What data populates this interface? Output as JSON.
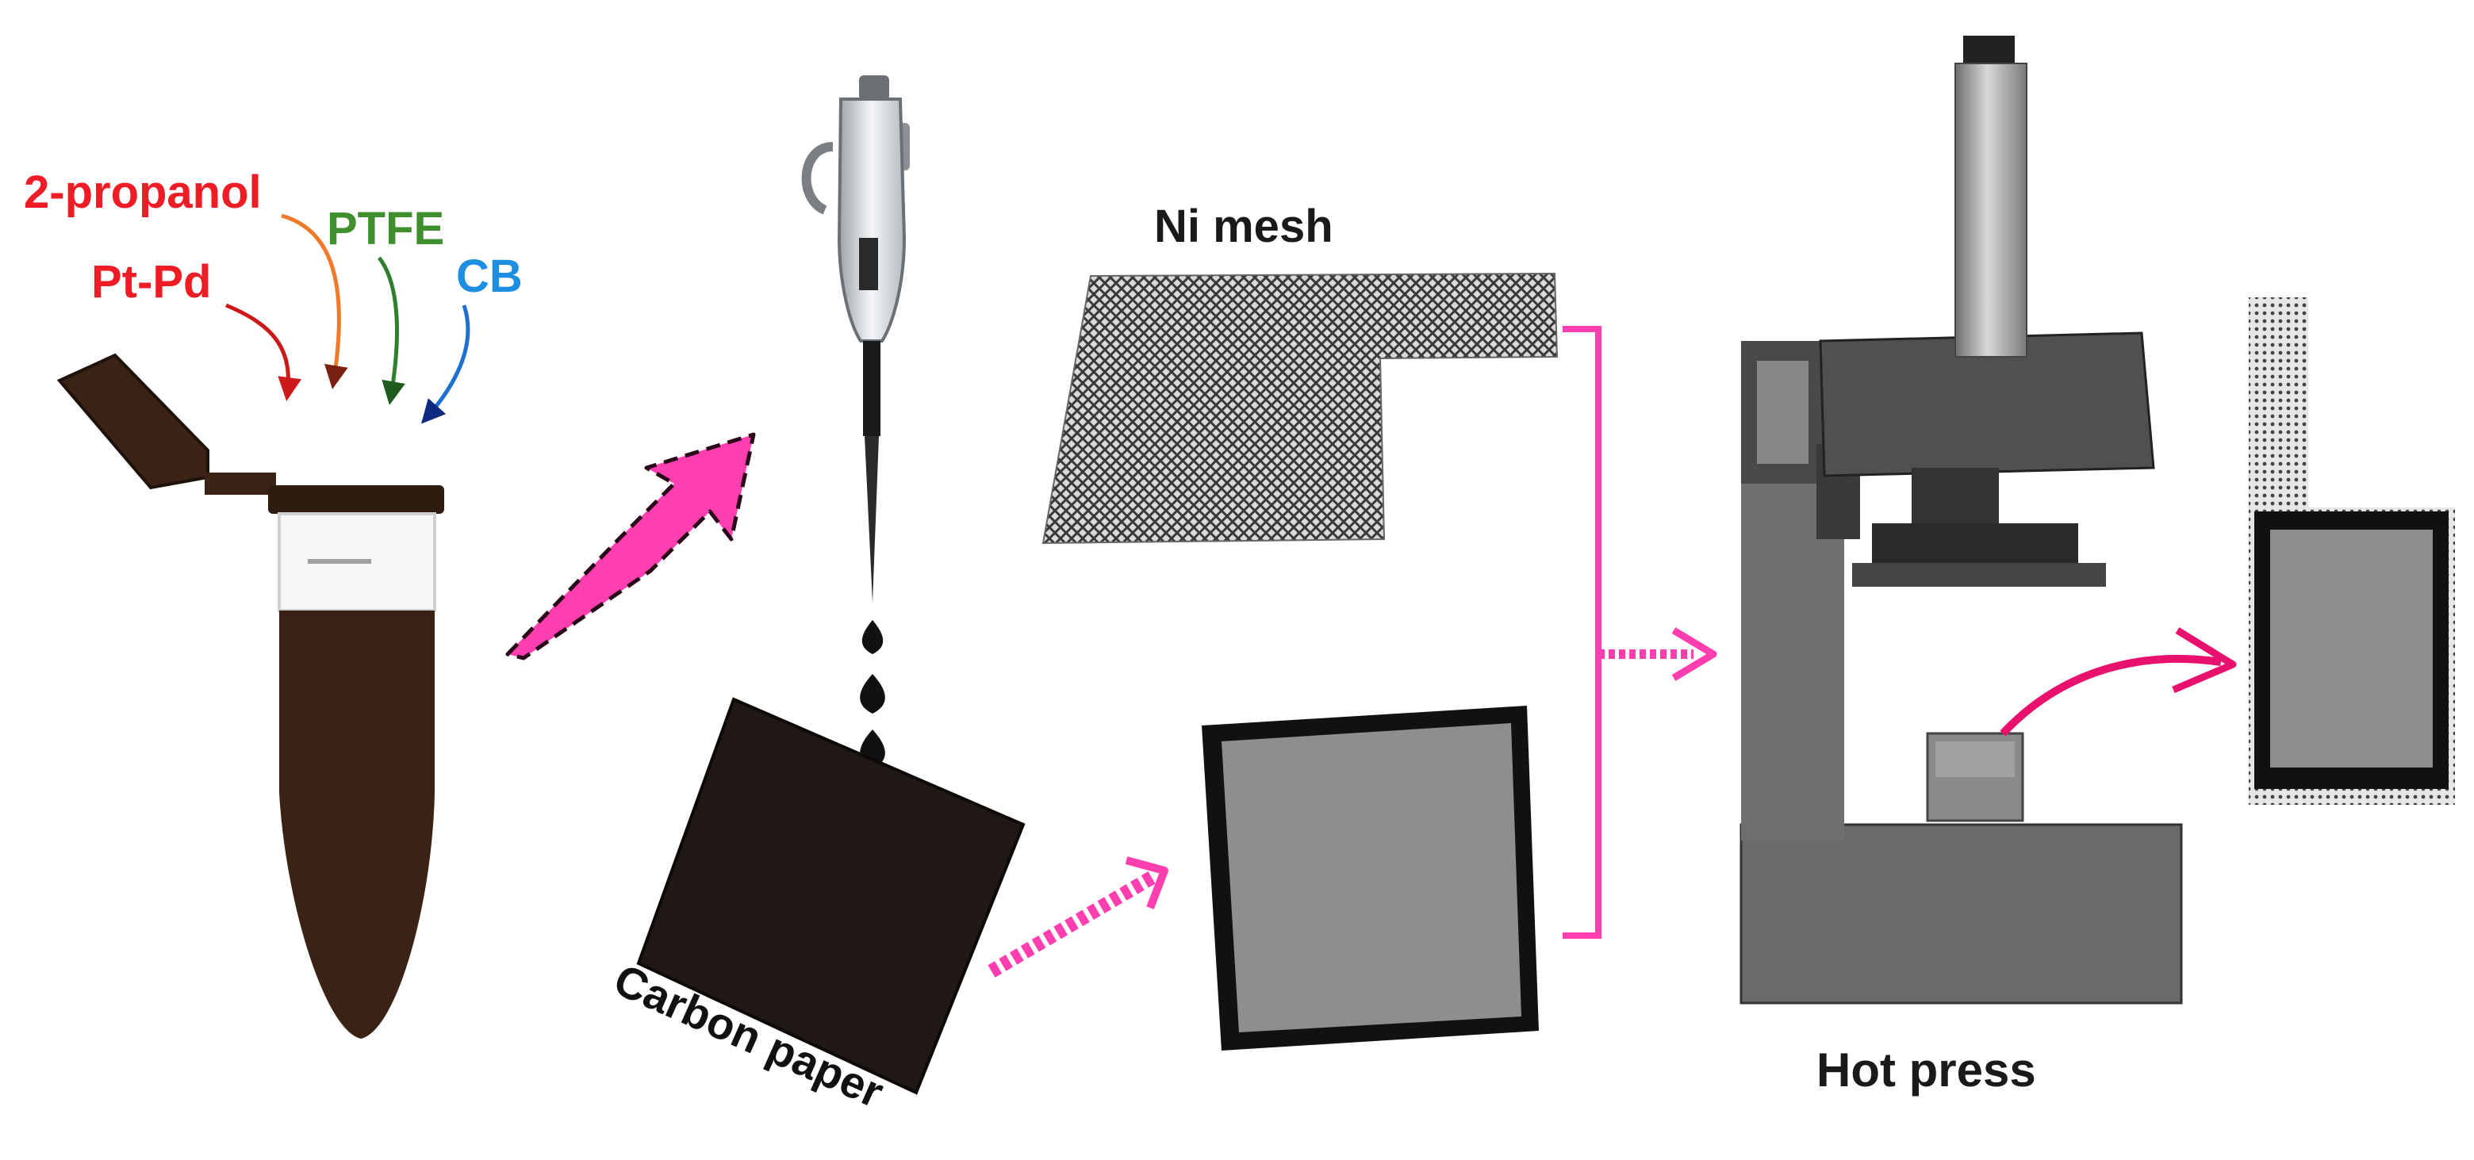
{
  "reagents": [
    {
      "key": "propanol",
      "label": "2-propanol",
      "color": "#ee1c25"
    },
    {
      "key": "ptpd",
      "label": "Pt-Pd",
      "color": "#ee1c25"
    },
    {
      "key": "ptfe",
      "label": "PTFE",
      "color": "#3f8f2f"
    },
    {
      "key": "cb",
      "label": "CB",
      "color": "#1d8ee0"
    }
  ],
  "labels": {
    "ni_mesh": "Ni mesh",
    "carbon_paper": "Carbon paper",
    "hot_press": "Hot press"
  },
  "colors": {
    "accent_pink": "#ff3fb0",
    "arrow_magenta": "#e8126e",
    "tube_fluid": "#3a2314",
    "carbon_paper": "#201815"
  }
}
